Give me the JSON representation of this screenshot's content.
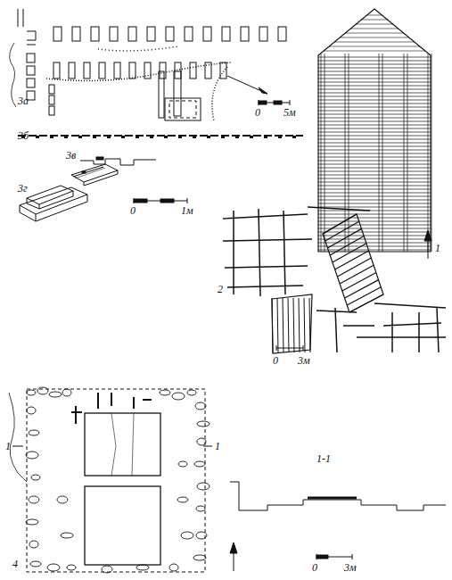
{
  "diagram": {
    "labels": [
      "3а",
      "0",
      "5м",
      "1",
      "3б",
      "3в",
      "3г",
      "0",
      "1м",
      "2",
      "0",
      "3м",
      "1",
      "1",
      "4",
      "1-1",
      "0",
      "3м"
    ]
  }
}
